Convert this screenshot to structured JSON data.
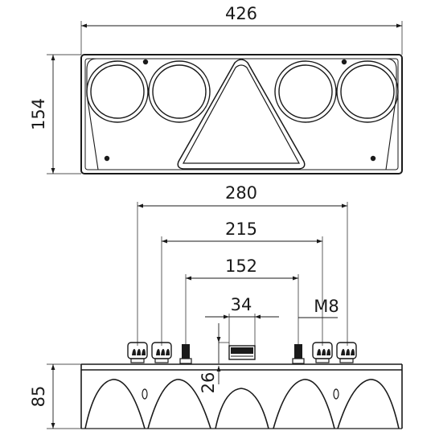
{
  "top_view": {
    "width_label": "426",
    "height_label": "154"
  },
  "side_view": {
    "dim_280": "280",
    "dim_215": "215",
    "dim_152": "152",
    "dim_34": "34",
    "thread_label": "M8",
    "dim_26": "26",
    "height_label": "85"
  },
  "colors": {
    "line": "#1a1a1a",
    "background": "#ffffff"
  }
}
